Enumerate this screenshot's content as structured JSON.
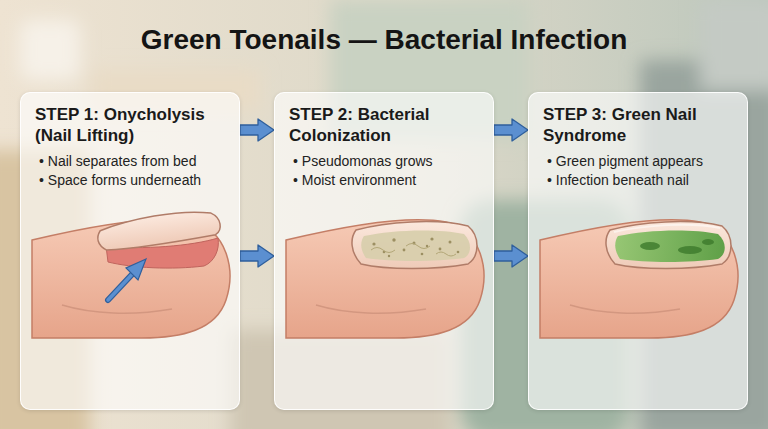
{
  "diagram": {
    "title": "Green Toenails — Bacterial Infection",
    "nodes": [
      {
        "text": [
          "STEP 1: Onycholysis (Nail Lifting)",
          "• Nail separates from bed",
          "• Space forms underneath"
        ]
      },
      {
        "text": [
          "STEP 2: Bacterial Colonization",
          "• Pseudomonas grows",
          "• Moist environment"
        ]
      },
      {
        "text": [
          "STEP 3: Green Nail Syndrome",
          "• Green pigment appears",
          "• Infection beneath nail"
        ]
      }
    ],
    "edges": [
      {
        "from": 0,
        "to": 1,
        "arrow": "to"
      },
      {
        "from": 0,
        "to": 1,
        "arrow": "to"
      },
      {
        "from": 1,
        "to": 2,
        "arrow": "to"
      },
      {
        "from": 1,
        "to": 2,
        "arrow": "to"
      }
    ]
  }
}
